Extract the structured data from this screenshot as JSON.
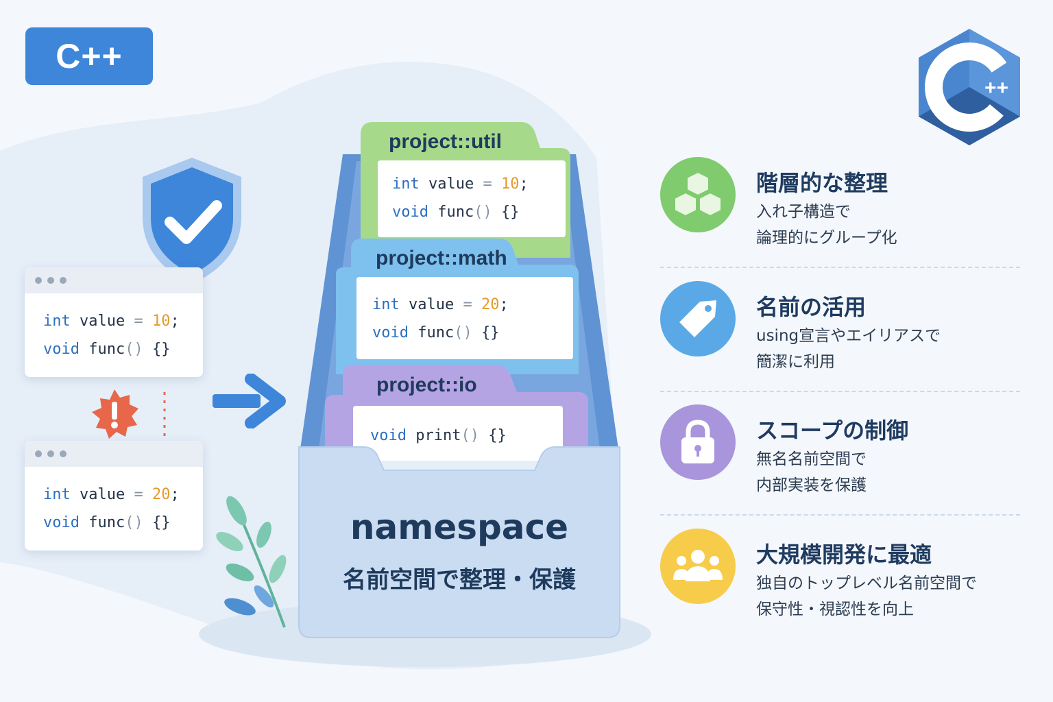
{
  "badge": {
    "label": "C++"
  },
  "logo": {
    "plus_label": "++",
    "icon": "cpp-logo-icon"
  },
  "left_windows": [
    {
      "lines": [
        {
          "kw": "int",
          "name": " value ",
          "op": "=",
          "num": " 10",
          "end": ";"
        },
        {
          "kw": "void",
          "name": " func",
          "op": "()",
          "num": "",
          "end": " {}"
        }
      ]
    },
    {
      "lines": [
        {
          "kw": "int",
          "name": " value ",
          "op": "=",
          "num": " 20",
          "end": ";"
        },
        {
          "kw": "void",
          "name": " func",
          "op": "()",
          "num": "",
          "end": " {}"
        }
      ]
    }
  ],
  "folders": [
    {
      "name": "project::util",
      "color": "#a6d98a",
      "lines": [
        {
          "kw": "int",
          "name": " value ",
          "op": "=",
          "num": " 10",
          "end": ";"
        },
        {
          "kw": "void",
          "name": " func",
          "op": "()",
          "num": "",
          "end": " {}"
        }
      ]
    },
    {
      "name": "project::math",
      "color": "#7ec0ee",
      "lines": [
        {
          "kw": "int",
          "name": " value ",
          "op": "=",
          "num": " 20",
          "end": ";"
        },
        {
          "kw": "void",
          "name": " func",
          "op": "()",
          "num": "",
          "end": " {}"
        }
      ]
    },
    {
      "name": "project::io",
      "color": "#b5a4e3",
      "lines": [
        {
          "kw": "void",
          "name": " print",
          "op": "()",
          "num": "",
          "end": " {}"
        }
      ]
    }
  ],
  "container": {
    "title": "namespace",
    "subtitle": "名前空間で整理・保護"
  },
  "features": [
    {
      "icon": "cubes-icon",
      "color": "#7fcb6e",
      "title": "階層的な整理",
      "desc": [
        "入れ子構造で",
        "論理的にグループ化"
      ]
    },
    {
      "icon": "tag-icon",
      "color": "#5aa9e6",
      "title": "名前の活用",
      "desc": [
        "using宣言やエイリアスで",
        "簡潔に利用"
      ]
    },
    {
      "icon": "lock-icon",
      "color": "#a995dc",
      "title": "スコープの制御",
      "desc": [
        "無名名前空間で",
        "内部実装を保護"
      ]
    },
    {
      "icon": "users-icon",
      "color": "#f7cc4a",
      "title": "大規模開発に最適",
      "desc": [
        "独自のトップレベル名前空間で",
        "保守性・視認性を向上"
      ]
    }
  ],
  "colors": {
    "accent": "#3d86d9",
    "warning": "#e8664a",
    "dark": "#1e3a5c"
  }
}
